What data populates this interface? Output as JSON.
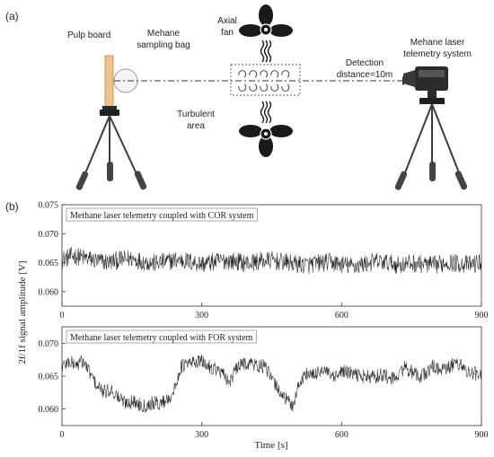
{
  "panel_a": {
    "label": "(a)",
    "pulp_board": "Pulp board",
    "sampling_bag": [
      "Mehane",
      "sampling bag"
    ],
    "axial_fan": [
      "Axial",
      "fan"
    ],
    "detection": [
      "Detection",
      "distance=10m"
    ],
    "telemetry_system": [
      "Mehane laser",
      "telemetry system"
    ],
    "turbulent_area": [
      "Turbulent",
      "area"
    ]
  },
  "panel_b": {
    "label": "(b)",
    "ylabel": "2f/1f signal amplitude [V]",
    "xlabel": "Time [s]"
  },
  "chart_data": [
    {
      "type": "line",
      "title": "Methane laser telemetry coupled with COR system",
      "xlabel": "Time [s]",
      "ylabel": "2f/1f signal amplitude [V]",
      "xlim": [
        0,
        900
      ],
      "ylim": [
        0.0575,
        0.075
      ],
      "xticks": [
        "0",
        "300",
        "600",
        "900"
      ],
      "yticks": [
        "0.060",
        "0.065",
        "0.070",
        "0.075"
      ],
      "color": "#222222",
      "series": [
        {
          "x": [
            0,
            25,
            50,
            75,
            100,
            125,
            150,
            175,
            200,
            225,
            250,
            275,
            300,
            325,
            350,
            375,
            400,
            425,
            450,
            475,
            500,
            525,
            550,
            575,
            600,
            625,
            650,
            675,
            700,
            725,
            750,
            775,
            800,
            825,
            850,
            875,
            900
          ],
          "y": [
            0.0655,
            0.0662,
            0.0658,
            0.0653,
            0.0651,
            0.0655,
            0.0657,
            0.0652,
            0.0649,
            0.0652,
            0.0655,
            0.0652,
            0.0648,
            0.0651,
            0.0654,
            0.0652,
            0.0649,
            0.0653,
            0.0654,
            0.0651,
            0.0648,
            0.0646,
            0.0649,
            0.0651,
            0.0647,
            0.0644,
            0.0648,
            0.0652,
            0.065,
            0.0646,
            0.0649,
            0.0648,
            0.0645,
            0.0651,
            0.0649,
            0.0646,
            0.0651
          ]
        }
      ]
    },
    {
      "type": "line",
      "title": "Methane laser telemetry coupled with FOR system",
      "xlabel": "Time [s]",
      "ylabel": "2f/1f signal amplitude [V]",
      "xlim": [
        0,
        900
      ],
      "ylim": [
        0.0575,
        0.0725
      ],
      "xticks": [
        "0",
        "300",
        "600",
        "900"
      ],
      "yticks": [
        "0.060",
        "0.065",
        "0.070"
      ],
      "color": "#222222",
      "series": [
        {
          "x": [
            0,
            15,
            30,
            45,
            60,
            75,
            90,
            105,
            120,
            135,
            150,
            165,
            180,
            195,
            210,
            225,
            240,
            255,
            270,
            285,
            300,
            315,
            330,
            345,
            360,
            375,
            390,
            405,
            420,
            435,
            450,
            465,
            480,
            495,
            510,
            525,
            540,
            555,
            570,
            585,
            600,
            615,
            630,
            645,
            660,
            675,
            690,
            705,
            720,
            735,
            750,
            765,
            780,
            795,
            810,
            825,
            840,
            855,
            870,
            885,
            900
          ],
          "y": [
            0.0665,
            0.0672,
            0.0667,
            0.0673,
            0.0655,
            0.0635,
            0.0625,
            0.063,
            0.0618,
            0.061,
            0.0612,
            0.0608,
            0.0605,
            0.061,
            0.0608,
            0.0615,
            0.0625,
            0.0665,
            0.0668,
            0.0672,
            0.0672,
            0.0665,
            0.0662,
            0.0652,
            0.0642,
            0.0662,
            0.067,
            0.067,
            0.0665,
            0.0665,
            0.0645,
            0.063,
            0.0615,
            0.0605,
            0.064,
            0.0655,
            0.065,
            0.066,
            0.0655,
            0.0645,
            0.0658,
            0.0655,
            0.0652,
            0.065,
            0.0648,
            0.065,
            0.0653,
            0.0645,
            0.0648,
            0.0665,
            0.0655,
            0.065,
            0.0653,
            0.0665,
            0.066,
            0.066,
            0.0668,
            0.067,
            0.0655,
            0.0655,
            0.0648
          ]
        }
      ]
    }
  ]
}
